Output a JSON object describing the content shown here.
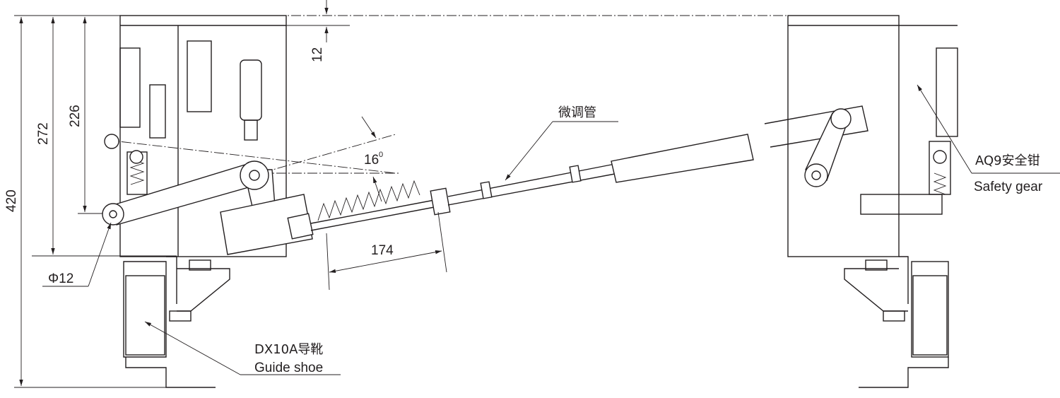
{
  "dimensions": {
    "overall_height": "420",
    "height_272": "272",
    "height_226": "226",
    "offset_12": "12",
    "angle": "16",
    "angle_unit": "0",
    "spring_length": "174",
    "pin_diameter": "Φ12"
  },
  "labels": {
    "fine_tube": "微调管",
    "guide_shoe_cn": "DX10A导靴",
    "guide_shoe_en": "Guide shoe",
    "safety_gear_cn": "AQ9安全钳",
    "safety_gear_en": "Safety gear"
  },
  "colors": {
    "ink": "#231f20",
    "background": "#ffffff"
  }
}
